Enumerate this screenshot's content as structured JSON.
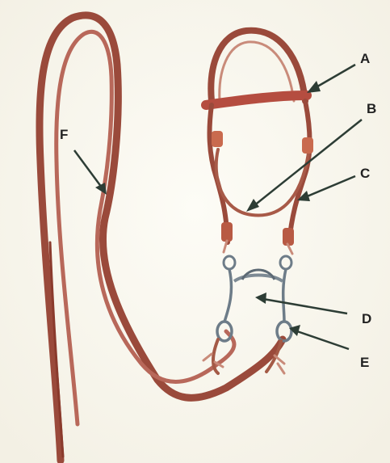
{
  "colors": {
    "background": "#fbf9f1",
    "leather": "#9a4a3b",
    "leather_dark": "#6f2d24",
    "leather_light": "#c98b7a",
    "metal": "#6d7c88",
    "arrow": "#2d3d35"
  },
  "labels": {
    "a": "A",
    "b": "B",
    "c": "C",
    "d": "D",
    "e": "E",
    "f": "F"
  }
}
